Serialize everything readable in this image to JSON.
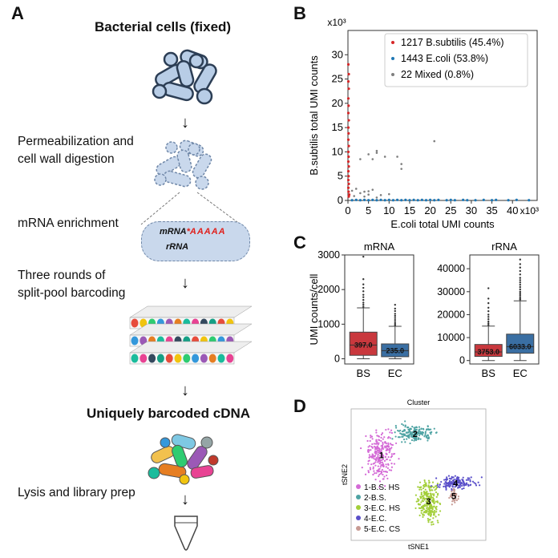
{
  "panels": {
    "a": "A",
    "b": "B",
    "c": "C",
    "d": "D"
  },
  "workflow": {
    "step1": "Bacterial cells (fixed)",
    "step2_line1": "Permeabilization and",
    "step2_line2": "cell wall digestion",
    "step3": "mRNA enrichment",
    "enrichment_mrna": "mRNA",
    "enrichment_star": "*",
    "enrichment_polya": "AAAAA",
    "enrichment_rrna": "rRNA",
    "step4_line1": "Three rounds of",
    "step4_line2": "split-pool barcoding",
    "step5": "Uniquely barcoded cDNA",
    "step6": "Lysis and library prep"
  },
  "colors": {
    "bs": "#d62728",
    "ec": "#1f77b4",
    "mixed": "#7f7f7f",
    "box_bs": "#c9383d",
    "box_ec": "#3a6fa3",
    "cell_fill": "#b8cde6",
    "cell_stroke": "#2c3e55"
  },
  "chart_data": [
    {
      "panel": "B",
      "type": "scatter",
      "xlabel": "E.coli total UMI counts",
      "ylabel": "B.subtilis total UMI counts",
      "x_multiplier": "x10³",
      "y_multiplier": "x10³",
      "xticks": [
        "0",
        "5",
        "10",
        "15",
        "20",
        "25",
        "30",
        "35",
        "40"
      ],
      "yticks": [
        "0",
        "5",
        "10",
        "15",
        "20",
        "25",
        "30"
      ],
      "xlim": [
        0,
        46
      ],
      "ylim": [
        0,
        35
      ],
      "legend_position": "top-right",
      "series": [
        {
          "name": "1217 B.subtilis (45.4%)",
          "color_key": "bs",
          "points": [
            [
              0.1,
              28
            ],
            [
              0.2,
              26
            ],
            [
              0.1,
              24.5
            ],
            [
              0.2,
              23
            ],
            [
              0.1,
              21
            ],
            [
              0.15,
              19.5
            ],
            [
              0.1,
              18
            ],
            [
              0.2,
              16.5
            ],
            [
              0.1,
              15
            ],
            [
              0.15,
              13.8
            ],
            [
              0.1,
              12.5
            ],
            [
              0.2,
              11.2
            ],
            [
              0.1,
              10
            ],
            [
              0.15,
              9
            ],
            [
              0.1,
              8
            ],
            [
              0.2,
              7
            ],
            [
              0.1,
              6
            ],
            [
              0.15,
              5
            ],
            [
              0.1,
              4.2
            ],
            [
              0.2,
              3.4
            ],
            [
              0.1,
              2.6
            ],
            [
              0.15,
              1.8
            ],
            [
              0.3,
              1.2
            ],
            [
              0.2,
              0.8
            ]
          ]
        },
        {
          "name": "1443 E.coli (53.8%)",
          "color_key": "ec",
          "points": [
            [
              1,
              0.05
            ],
            [
              2,
              0.1
            ],
            [
              3,
              0.05
            ],
            [
              4,
              0.1
            ],
            [
              5,
              0.05
            ],
            [
              6,
              0.1
            ],
            [
              7,
              0.05
            ],
            [
              8,
              0.1
            ],
            [
              9,
              0.05
            ],
            [
              10,
              0.1
            ],
            [
              11,
              0.05
            ],
            [
              12,
              0.1
            ],
            [
              13,
              0.05
            ],
            [
              14,
              0.1
            ],
            [
              15,
              0.05
            ],
            [
              16,
              0.1
            ],
            [
              17,
              0.05
            ],
            [
              18,
              0.1
            ],
            [
              19,
              0.05
            ],
            [
              20,
              0.1
            ],
            [
              21,
              0.05
            ],
            [
              22,
              0.1
            ],
            [
              24,
              0.05
            ],
            [
              25,
              0.1
            ],
            [
              26,
              0.05
            ],
            [
              28,
              0.1
            ],
            [
              29,
              0.05
            ],
            [
              31,
              0.05
            ],
            [
              33,
              0.1
            ],
            [
              35,
              0.05
            ],
            [
              36,
              0.1
            ],
            [
              39,
              0.05
            ],
            [
              41,
              0.1
            ],
            [
              44,
              0.05
            ]
          ]
        },
        {
          "name": "22 Mixed (0.8%)",
          "color_key": "mixed",
          "points": [
            [
              3,
              8.5
            ],
            [
              5,
              9.5
            ],
            [
              6,
              8.5
            ],
            [
              7,
              9.8
            ],
            [
              7,
              10.2
            ],
            [
              9,
              9
            ],
            [
              12,
              9
            ],
            [
              13,
              7.5
            ],
            [
              13,
              6.5
            ],
            [
              21,
              12.2
            ],
            [
              1,
              2
            ],
            [
              3,
              1.5
            ],
            [
              4,
              1.8
            ],
            [
              5,
              1.2
            ],
            [
              6,
              2.2
            ],
            [
              4,
              0.8
            ],
            [
              7,
              0.6
            ],
            [
              1.5,
              0.9
            ],
            [
              2,
              2.4
            ],
            [
              5,
              1.9
            ],
            [
              8,
              1.1
            ],
            [
              10,
              1.3
            ]
          ]
        }
      ]
    },
    {
      "panel": "C-mRNA",
      "type": "box",
      "title": "mRNA",
      "ylabel": "UMI counts/cell",
      "categories": [
        "BS",
        "EC"
      ],
      "yticks": [
        "0",
        "1000",
        "2000",
        "3000"
      ],
      "ylim": [
        -150,
        3000
      ],
      "boxes": [
        {
          "category": "BS",
          "q1": 100,
          "median": 397,
          "q3": 770,
          "whisker_low": 0,
          "whisker_high": 1470,
          "median_label": "397.0",
          "color_key": "box_bs",
          "outliers": [
            1500,
            1560,
            1620,
            1700,
            1780,
            1850,
            1950,
            2050,
            2150,
            2300,
            2950
          ]
        },
        {
          "category": "EC",
          "q1": 60,
          "median": 235,
          "q3": 430,
          "whisker_low": 0,
          "whisker_high": 940,
          "median_label": "235.0",
          "color_key": "box_ec",
          "outliers": [
            970,
            1010,
            1060,
            1120,
            1180,
            1240,
            1300,
            1380,
            1450,
            1560
          ]
        }
      ]
    },
    {
      "panel": "C-rRNA",
      "type": "box",
      "title": "rRNA",
      "categories": [
        "BS",
        "EC"
      ],
      "yticks": [
        "0",
        "10000",
        "20000",
        "30000",
        "40000"
      ],
      "ylim": [
        -1500,
        46000
      ],
      "boxes": [
        {
          "category": "BS",
          "q1": 1800,
          "median": 3753,
          "q3": 7000,
          "whisker_low": 0,
          "whisker_high": 15000,
          "median_label": "3753.0",
          "color_key": "box_bs",
          "outliers": [
            15500,
            16200,
            17000,
            18000,
            19000,
            20000,
            21500,
            23000,
            25000,
            27000,
            31500
          ]
        },
        {
          "category": "EC",
          "q1": 3200,
          "median": 6033,
          "q3": 11500,
          "whisker_low": 0,
          "whisker_high": 26000,
          "median_label": "6033.0",
          "color_key": "box_ec",
          "outliers": [
            26500,
            27000,
            27700,
            28500,
            29300,
            30000,
            31000,
            32000,
            33000,
            34000,
            35000,
            36000,
            37500,
            39000,
            40500,
            42000,
            44000
          ]
        }
      ]
    },
    {
      "panel": "D",
      "type": "scatter",
      "title": "Cluster",
      "xlabel": "tSNE1",
      "ylabel": "tSNE2",
      "legend_position": "bottom-left",
      "clusters": [
        {
          "id": "1",
          "name": "1-B.S. HS",
          "color": "#d46ad6",
          "center": [
            -22,
            12
          ],
          "spread": [
            7,
            11
          ],
          "count": 260
        },
        {
          "id": "2",
          "name": "2-B.S.",
          "color": "#4ea3a3",
          "center": [
            -2,
            25
          ],
          "spread": [
            9,
            4
          ],
          "count": 170
        },
        {
          "id": "3",
          "name": "3-E.C. HS",
          "color": "#a3cf3a",
          "center": [
            6,
            -16
          ],
          "spread": [
            5,
            10
          ],
          "count": 260
        },
        {
          "id": "4",
          "name": "4-E.C.",
          "color": "#5a4fc9",
          "center": [
            22,
            -5
          ],
          "spread": [
            9,
            3
          ],
          "count": 160
        },
        {
          "id": "5",
          "name": "5-E.C. CS",
          "color": "#c79a93",
          "center": [
            21,
            -13
          ],
          "spread": [
            2,
            3
          ],
          "count": 45
        }
      ]
    }
  ]
}
